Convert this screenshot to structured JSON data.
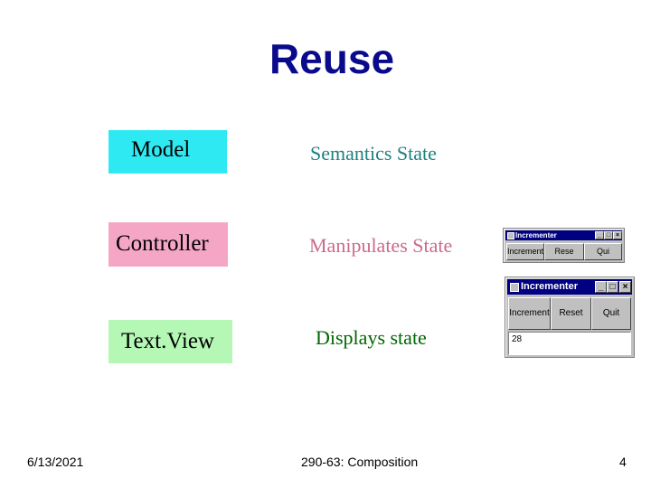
{
  "title": "Reuse",
  "rows": [
    {
      "box": "Model",
      "desc": "Semantics State",
      "box_color": "#2ee8f2",
      "desc_color": "#1f8080"
    },
    {
      "box": "Controller",
      "desc": "Manipulates State",
      "box_color": "#f4a6c4",
      "desc_color": "#cc6a88"
    },
    {
      "box": "Text.View",
      "desc": "Displays state",
      "box_color": "#b5f7b5",
      "desc_color": "#006600"
    }
  ],
  "window_small": {
    "title": "Incrementer",
    "buttons": [
      "Increment",
      "Rese",
      "Qui"
    ]
  },
  "window_large": {
    "title": "Incrementer",
    "buttons": [
      "Increment",
      "Reset",
      "Quit"
    ],
    "field_value": "28"
  },
  "footer": {
    "date": "6/13/2021",
    "course": "290-63: Composition",
    "page": "4"
  },
  "colors": {
    "title": "#0a0a8c",
    "window_titlebar": "#000080",
    "window_face": "#c0c0c0"
  }
}
